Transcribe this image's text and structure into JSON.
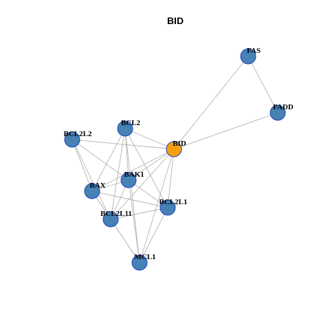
{
  "title": "BID",
  "colors": {
    "default_node": "#4682b4",
    "highlight_node": "#f5a00f",
    "node_border": "#1f3fbf",
    "edge": "#b3b3b3"
  },
  "nodes": [
    {
      "id": "FAS",
      "label": "FAS",
      "highlight": false
    },
    {
      "id": "FADD",
      "label": "FADD",
      "highlight": false
    },
    {
      "id": "BID",
      "label": "BID",
      "highlight": true
    },
    {
      "id": "BCL2",
      "label": "BCL2",
      "highlight": false
    },
    {
      "id": "BCL2L2",
      "label": "BCL2L2",
      "highlight": false
    },
    {
      "id": "BAK1",
      "label": "BAK1",
      "highlight": false
    },
    {
      "id": "BAX",
      "label": "BAX",
      "highlight": false
    },
    {
      "id": "BCL2L1",
      "label": "BCL2L1",
      "highlight": false
    },
    {
      "id": "BCL2L11",
      "label": "BCL2L11",
      "highlight": false
    },
    {
      "id": "MCL1",
      "label": "MCL1",
      "highlight": false
    }
  ],
  "edges": [
    [
      "FAS",
      "FADD"
    ],
    [
      "FAS",
      "BID"
    ],
    [
      "FADD",
      "BID"
    ],
    [
      "BID",
      "BCL2"
    ],
    [
      "BID",
      "BCL2L2"
    ],
    [
      "BID",
      "BAK1"
    ],
    [
      "BID",
      "BAX"
    ],
    [
      "BID",
      "BCL2L1"
    ],
    [
      "BID",
      "BCL2L11"
    ],
    [
      "BID",
      "MCL1"
    ],
    [
      "BCL2",
      "BAK1"
    ],
    [
      "BCL2",
      "BAX"
    ],
    [
      "BCL2",
      "BCL2L1"
    ],
    [
      "BCL2",
      "BCL2L11"
    ],
    [
      "BCL2",
      "MCL1"
    ],
    [
      "BCL2L2",
      "BAK1"
    ],
    [
      "BCL2L2",
      "BAX"
    ],
    [
      "BCL2L2",
      "BCL2L11"
    ],
    [
      "BAK1",
      "BAX"
    ],
    [
      "BAK1",
      "BCL2L1"
    ],
    [
      "BAK1",
      "BCL2L11"
    ],
    [
      "BAK1",
      "MCL1"
    ],
    [
      "BAX",
      "BCL2L1"
    ],
    [
      "BAX",
      "BCL2L11"
    ],
    [
      "BAX",
      "MCL1"
    ],
    [
      "BCL2L1",
      "BCL2L11"
    ],
    [
      "BCL2L1",
      "MCL1"
    ],
    [
      "BCL2L11",
      "MCL1"
    ]
  ]
}
